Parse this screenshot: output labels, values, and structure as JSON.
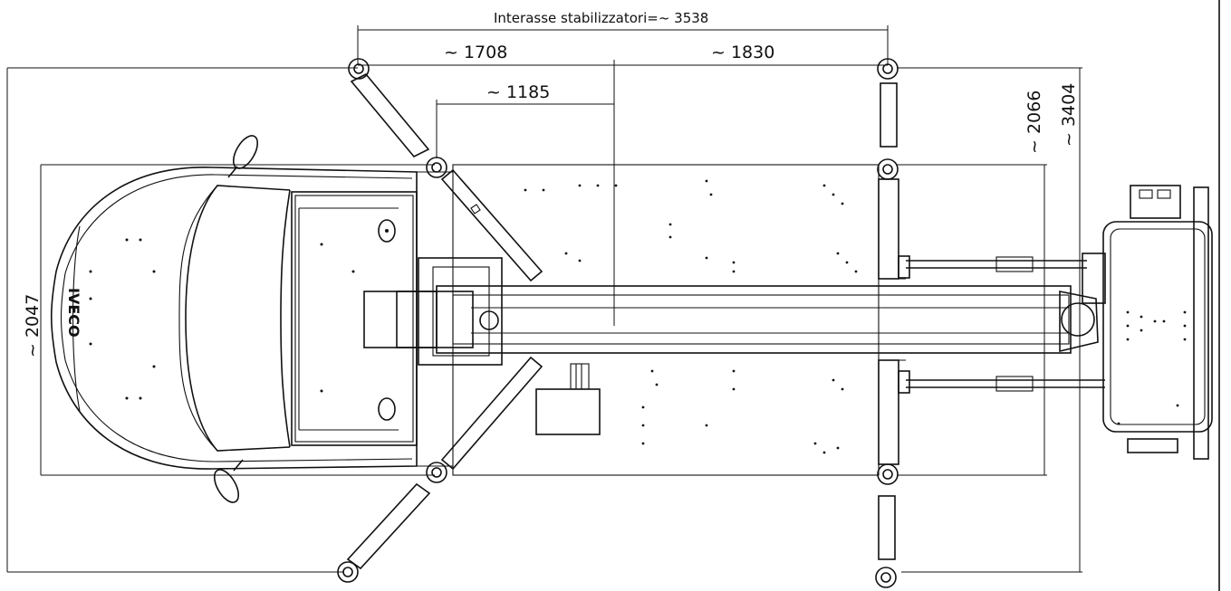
{
  "dimensions": {
    "interasse": "Interasse stabilizzatori=~ 3538",
    "d1708": "~ 1708",
    "d1830": "~ 1830",
    "d1185": "~ 1185",
    "d2066": "~ 2066",
    "d3404": "~ 3404",
    "d2047": "~ 2047"
  },
  "vehicle": {
    "grille_brand": "IVECO"
  }
}
